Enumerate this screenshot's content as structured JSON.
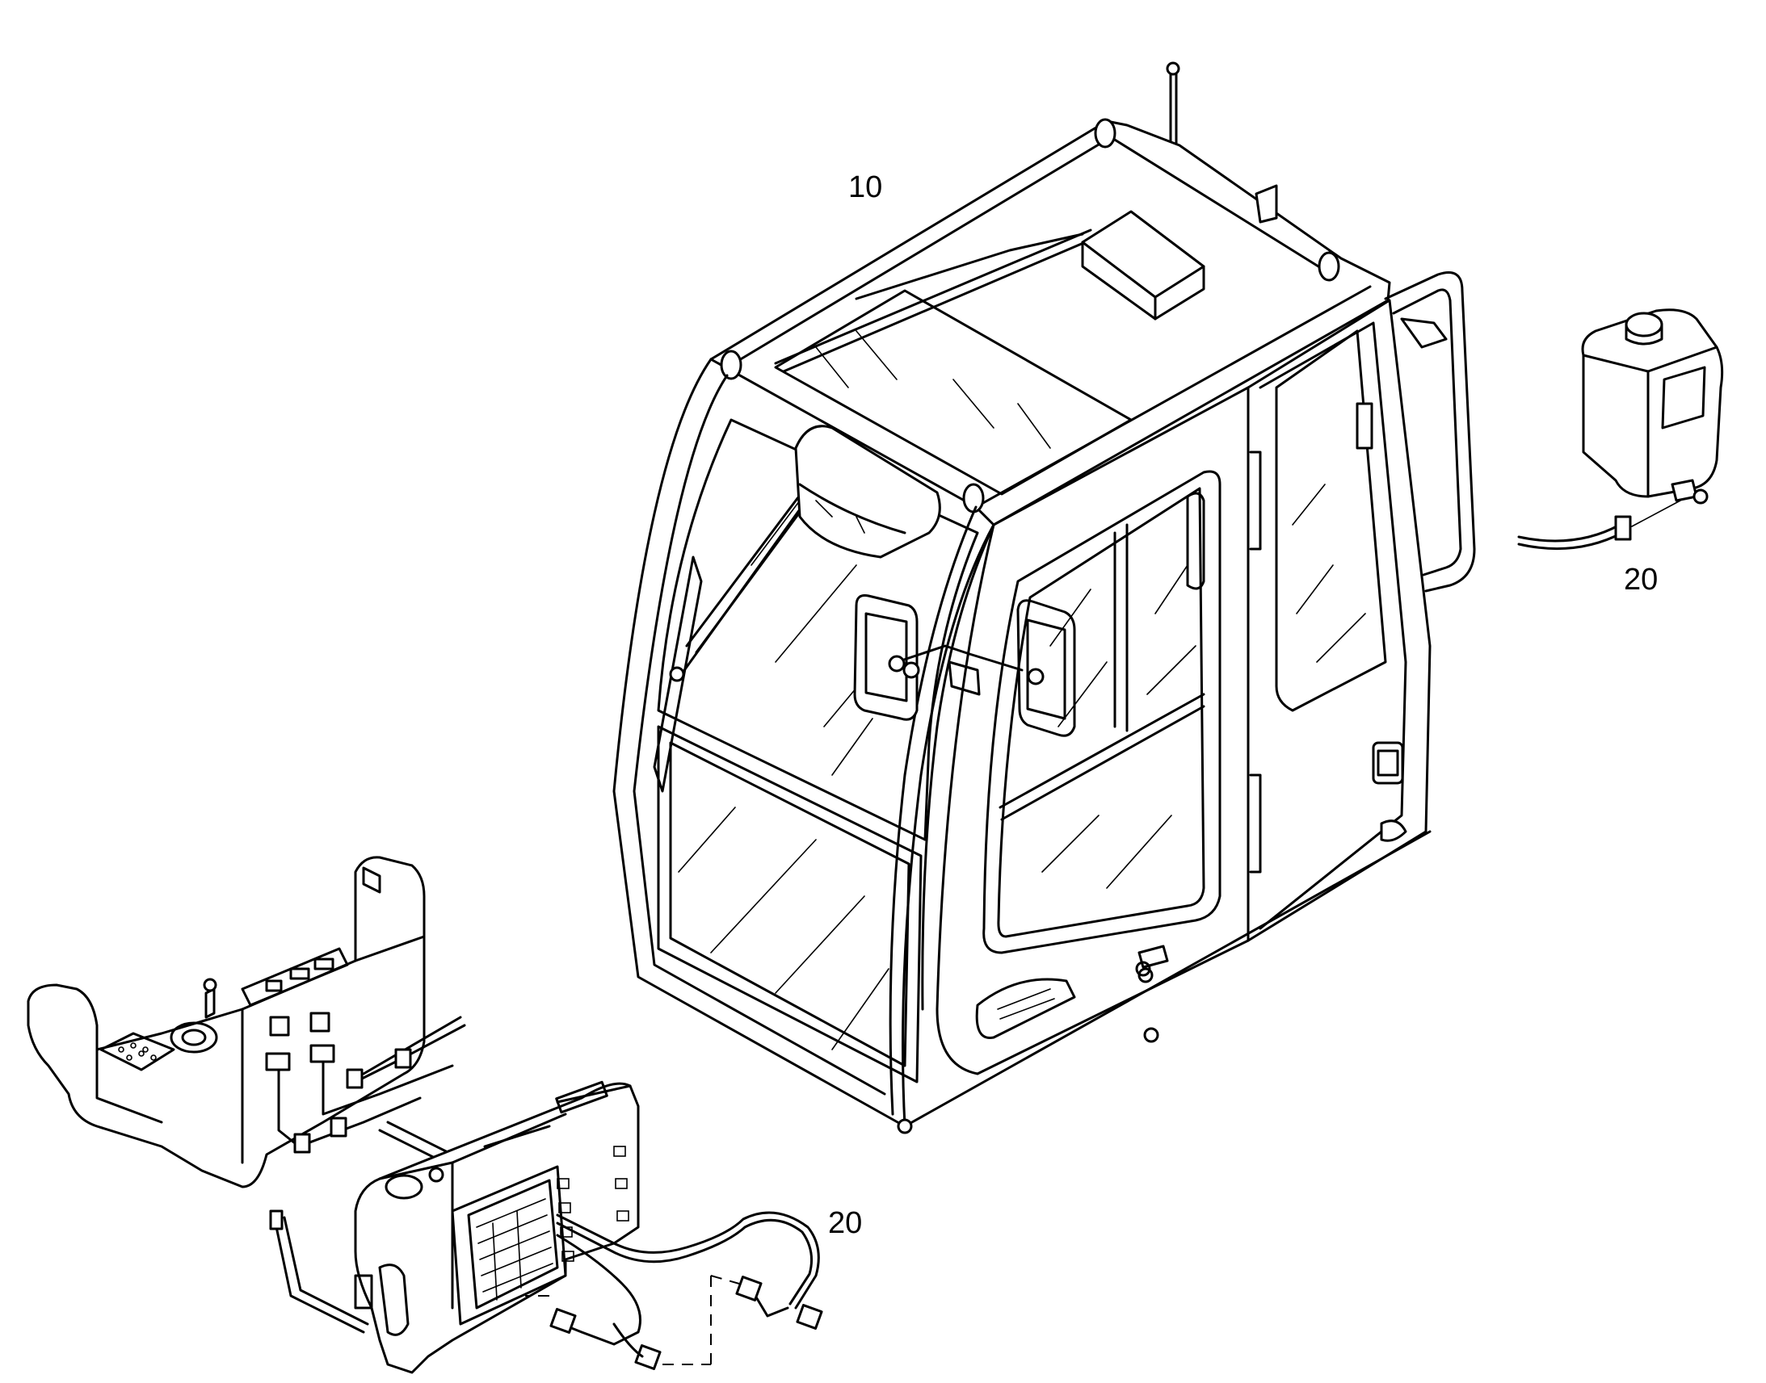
{
  "callouts": {
    "cab": "10",
    "washer_tank": "20",
    "console_harness": "20"
  }
}
